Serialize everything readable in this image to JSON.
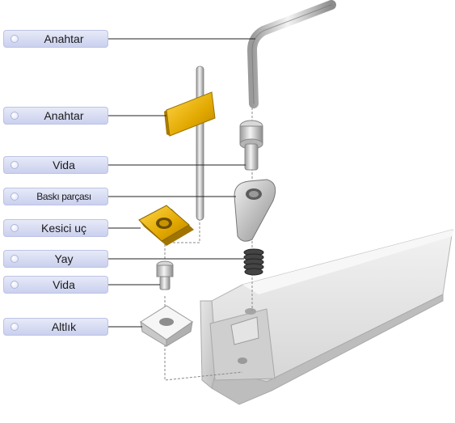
{
  "labels": [
    {
      "id": "anahtar-1",
      "text": "Anahtar"
    },
    {
      "id": "anahtar-2",
      "text": "Anahtar"
    },
    {
      "id": "vida-1",
      "text": "Vida"
    },
    {
      "id": "baski-parcasi",
      "text": "Baskı parçası"
    },
    {
      "id": "kesici-uc",
      "text": "Kesici uç"
    },
    {
      "id": "yay",
      "text": "Yay"
    },
    {
      "id": "vida-2",
      "text": "Vida"
    },
    {
      "id": "altlik",
      "text": "Altlık"
    }
  ],
  "colors": {
    "label_bg": "#cdd3ef",
    "insert_gold": "#e8b400",
    "holder_gray": "#d9d9d9",
    "spring_dark": "#3a3a3a",
    "leader_line": "#222222"
  }
}
